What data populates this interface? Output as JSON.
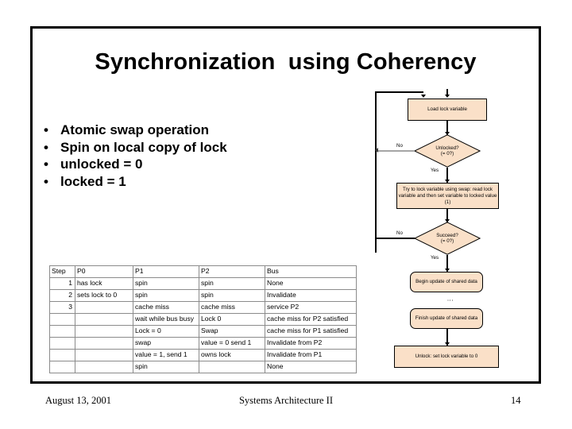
{
  "slide": {
    "title": "Synchronization  using Coherency",
    "bullet_marker": "•",
    "bullets": [
      "Atomic swap operation",
      "Spin on local copy of lock",
      "unlocked = 0",
      "locked = 1"
    ]
  },
  "footer": {
    "date": "August 13, 2001",
    "course": "Systems Architecture II",
    "page": "14"
  },
  "table": {
    "headers": [
      "Step",
      "P0",
      "P1",
      "P2",
      "Bus"
    ],
    "rows": [
      [
        "1",
        "has lock",
        "spin",
        "spin",
        "None"
      ],
      [
        "2",
        "sets lock to 0",
        "spin",
        "spin",
        "Invalidate"
      ],
      [
        "3",
        "",
        "cache miss",
        "cache miss",
        "service P2"
      ],
      [
        "",
        "",
        "wait while bus busy",
        "Lock    0",
        "cache miss for P2 satisfied"
      ],
      [
        "",
        "",
        "Lock = 0",
        "Swap",
        "cache miss for P1 satisfied"
      ],
      [
        "",
        "",
        "swap",
        "value = 0 send 1",
        "Invalidate from P2"
      ],
      [
        "",
        "",
        "value = 1, send 1",
        "owns lock",
        "Invalidate from P1"
      ],
      [
        "",
        "",
        "spin",
        "",
        "None"
      ]
    ]
  },
  "flowchart": {
    "fill_color": "#FAE0C8",
    "nodes": {
      "load": "Load lock variable",
      "unlocked_q": "Unlocked?",
      "unlocked_q2": "(= 0?)",
      "try_lock": "Try to lock variable using swap: read lock variable and then set variable to locked value (1)",
      "succeed_q": "Succeed?",
      "succeed_q2": "(= 0?)",
      "begin_update": "Begin update of shared data",
      "finish_update": "Finish update of shared data",
      "unlock": "Unlock: set lock variable to 0"
    },
    "labels": {
      "no1": "No",
      "yes1": "Yes",
      "no2": "No",
      "yes2": "Yes",
      "dots": "⋮"
    }
  }
}
